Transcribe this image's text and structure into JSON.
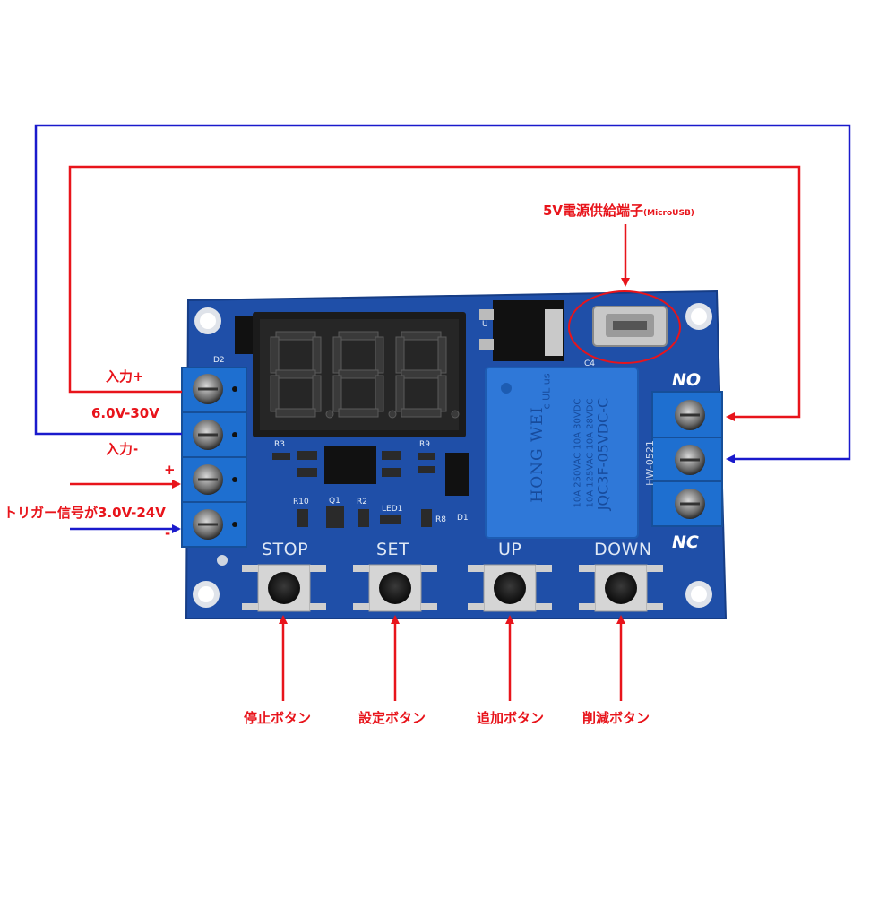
{
  "callouts": {
    "usb_power": "5V電源供給端子",
    "usb_power_note": "(MicroUSB)",
    "input_plus": "入力+",
    "input_voltage": "6.0V-30V",
    "input_minus": "入力-",
    "trigger_plus": "+",
    "trigger_signal": "トリガー信号が3.0V-24V",
    "trigger_minus": "-",
    "stop_btn": "停止ボタン",
    "set_btn": "設定ボタン",
    "up_btn": "追加ボタン",
    "down_btn": "削減ボタン"
  },
  "board": {
    "btn_stop": "STOP",
    "btn_set": "SET",
    "btn_up": "UP",
    "btn_down": "DOWN",
    "no": "NO",
    "nc": "NC",
    "d2": "D2",
    "r3": "R3",
    "r9": "R9",
    "r10": "R10",
    "q1": "Q1",
    "r2": "R2",
    "led1": "LED1",
    "r8": "R8",
    "d1": "D1",
    "c4": "C4",
    "u": "U",
    "hw": "HW-0521",
    "relay_brand": "HONG WEI",
    "relay_model": "JQC3F-05VDC-C",
    "relay_spec1": "10A 250VAC 10A 30VDC",
    "relay_spec2": "10A 125VAC 10A 28VDC",
    "relay_ul": "c UL us",
    "display": "8.8.8."
  },
  "colors": {
    "wire_blue": "#1a1acc",
    "wire_red": "#e8141b",
    "pcb": "#1f4fa8",
    "terminal": "#1e6fd0",
    "relay": "#2f78d8"
  }
}
